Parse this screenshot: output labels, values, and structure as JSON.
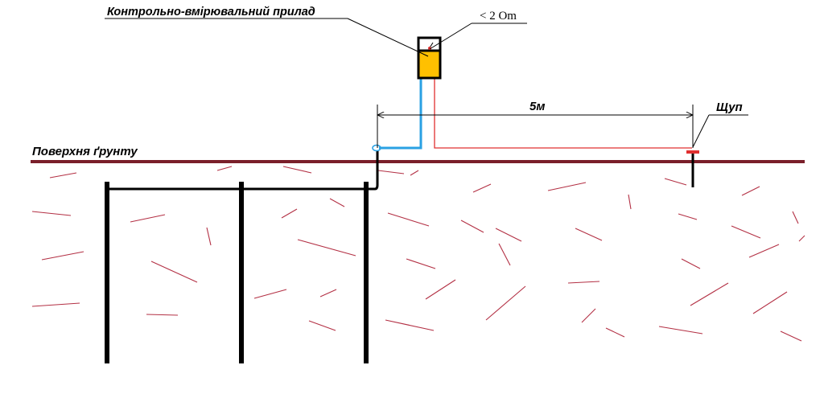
{
  "labels": {
    "instrument": "Контрольно-вмірювальний прилад",
    "reading": "< 2 Om",
    "distance": "5м",
    "probe": "Щуп",
    "ground_surface": "Поверхня ґрунту"
  },
  "colors": {
    "ground_line": "#7a1f2a",
    "soil_hatch": "#b33044",
    "electrode": "#000000",
    "instrument_body": "#ffc000",
    "blue_wire": "#2aa1e3",
    "red_wire": "#e03030",
    "dimension_line": "#000000"
  }
}
